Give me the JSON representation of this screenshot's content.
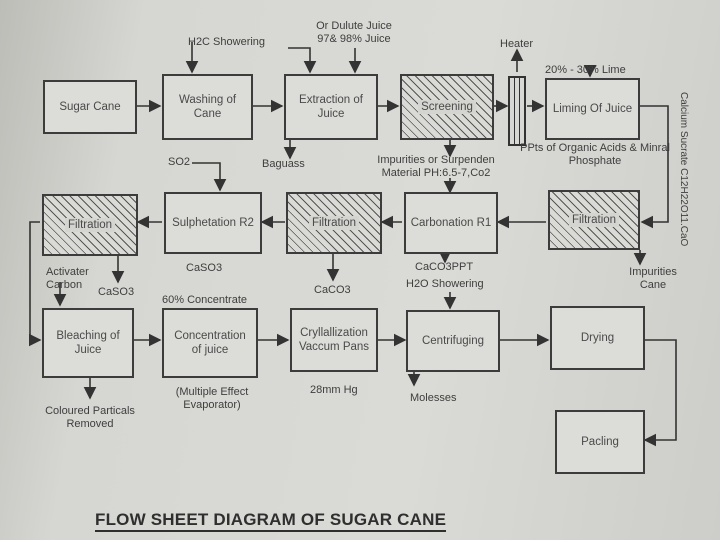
{
  "title": "FLOW SHEET DIAGRAM OF SUGAR CANE",
  "boxes": {
    "sugar_cane": "Sugar Cane",
    "washing": "Washing of Cane",
    "extraction": "Extraction of Juice",
    "screening": "Screening",
    "liming": "Liming Of Juice",
    "filtration_right": "Filtration",
    "carbonation": "Carbonation R1",
    "filtration_mid": "Filtration",
    "sulphetation": "Sulphetation R2",
    "filtration_left": "Filtration",
    "bleaching": "Bleaching of Juice",
    "concentration": "Concentration of juice",
    "crystallization": "Cryllallization Vaccum Pans",
    "centrifuging": "Centrifuging",
    "drying": "Drying",
    "packing": "Pacling"
  },
  "labels": {
    "h2o_showering": "H2C Showering",
    "dilute_juice": "Or Dulute Juice 97& 98% Juice",
    "heater": "Heater",
    "lime": "20% - 30% Lime",
    "calcium_sucrate": "Calcium Sucrate C12H22O11.CaO",
    "baguass": "Baguass",
    "impurities_screening": "Impurities or Surpenden Material PH:6.5-7,Co2",
    "ppts_organic": "PPts of Organic Acids & Minral Phosphate",
    "so2": "SO2",
    "impurities_cane": "Impurities Cane",
    "caco3_ppt": "CaCO3PPT",
    "h2o_showering2": "H2O Showering",
    "caso3_mid": "CaSO3",
    "caco3": "CaCO3",
    "activater": "Activater Carbon",
    "caso3_left": "CaSO3",
    "sixty_concentrate": "60% Concentrate",
    "coloured_particals": "Coloured Particals Removed",
    "multiple_effect": "(Multiple Effect Evaporator)",
    "mm_hg": "28mm Hg",
    "molesses": "Molesses"
  }
}
